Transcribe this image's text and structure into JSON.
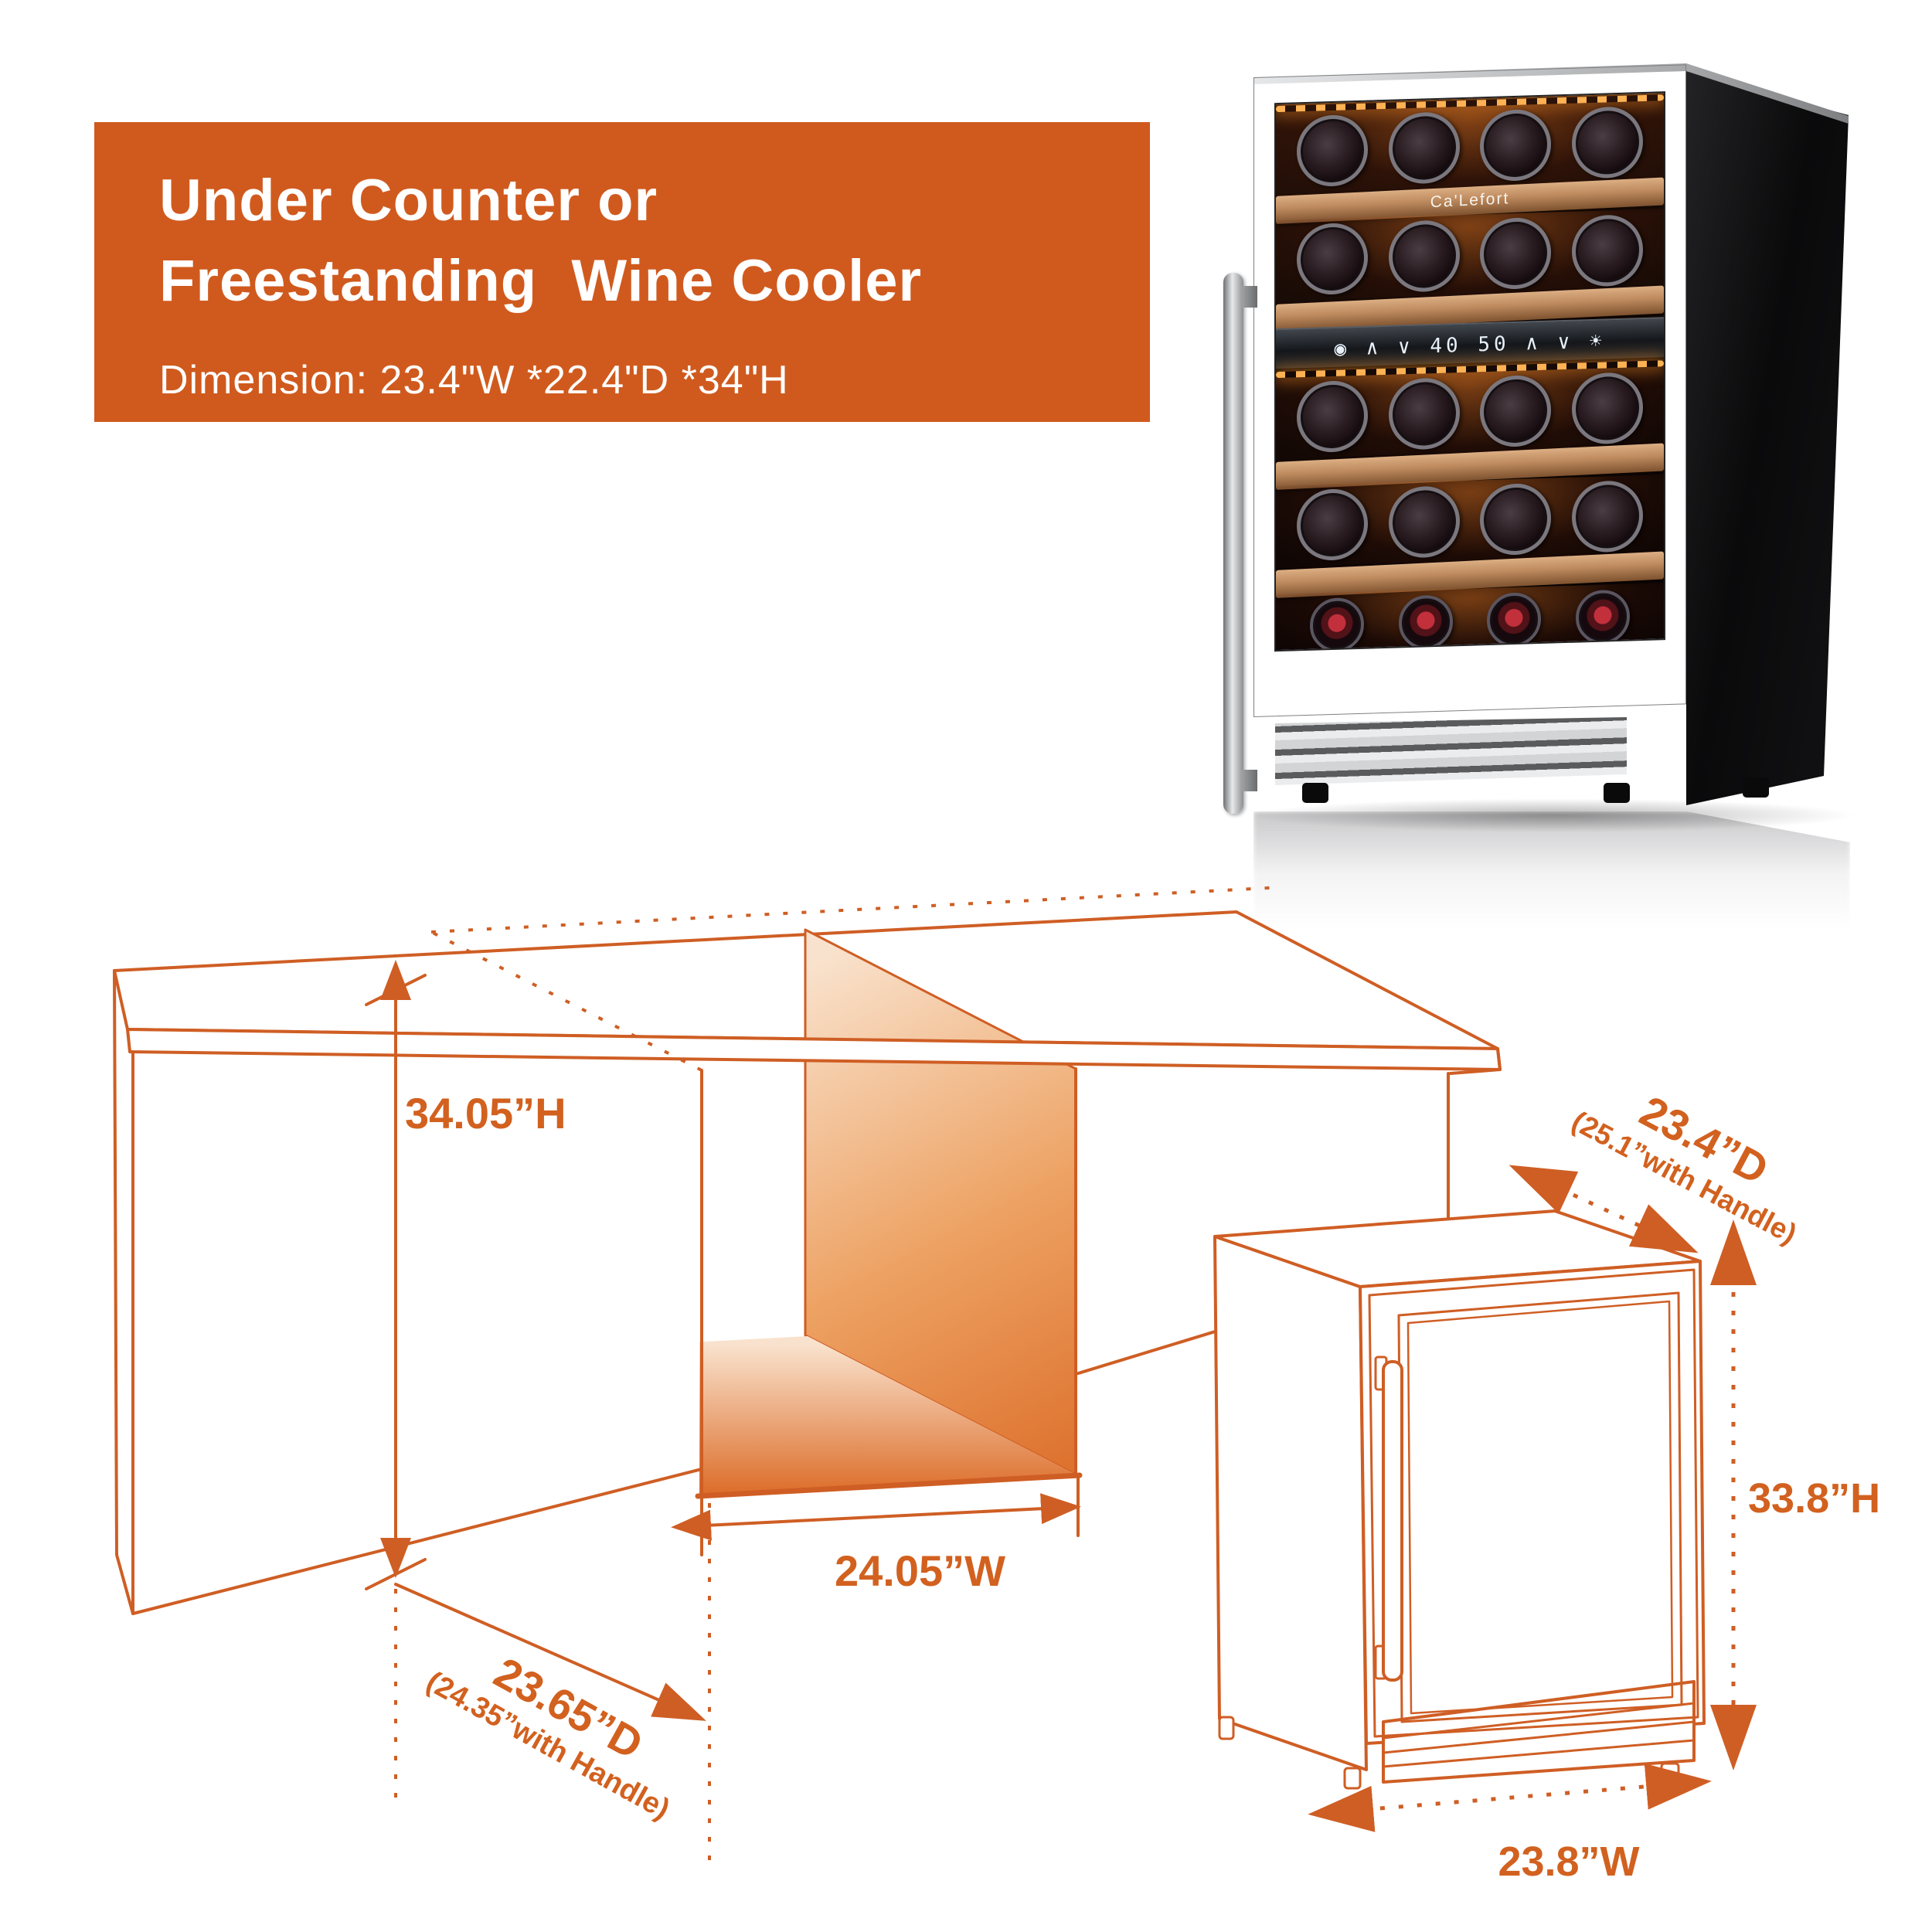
{
  "banner": {
    "heading_line1": "Under Counter or",
    "heading_line2": "Freestanding  Wine Cooler",
    "dimension_text": "Dimension: 23.4\"W *22.4\"D *34\"H",
    "bg_color": "#d05a1e",
    "text_color": "#ffffff"
  },
  "product_photo": {
    "brand": "Ca'Lefort",
    "display": {
      "segments": [
        "◉",
        "∧",
        "∨",
        "40",
        "50",
        "∧",
        "∨",
        "☀"
      ],
      "upper_zone_temp": "40",
      "lower_zone_temp": "50"
    },
    "rows": [
      {
        "type": "led"
      },
      {
        "type": "bottles",
        "count": 4
      },
      {
        "type": "shelf",
        "brand": "Ca'Lefort"
      },
      {
        "type": "bottles",
        "count": 4
      },
      {
        "type": "shelf"
      },
      {
        "type": "display"
      },
      {
        "type": "led"
      },
      {
        "type": "bottles",
        "count": 4
      },
      {
        "type": "shelf"
      },
      {
        "type": "bottles",
        "count": 4
      },
      {
        "type": "shelf"
      },
      {
        "type": "bottles",
        "count": 4,
        "standing": true
      }
    ]
  },
  "cabinet_diagram": {
    "labels": {
      "height": "34.05”H",
      "width": "24.05”W",
      "depth_line1": "23.65”D",
      "depth_line2": "(24.35”with Handle)"
    }
  },
  "cooler_diagram": {
    "labels": {
      "depth_line1": "23.4”D",
      "depth_line2": "(25.1”with Handle)",
      "height": "33.8”H",
      "width": "23.8”W"
    }
  },
  "colors": {
    "accent_orange": "#d05a1e",
    "line_orange": "#cf5e24",
    "label_orange": "#d2611f",
    "niche_fill_dark": "#de7330",
    "niche_fill_light": "#f9e2cd"
  }
}
